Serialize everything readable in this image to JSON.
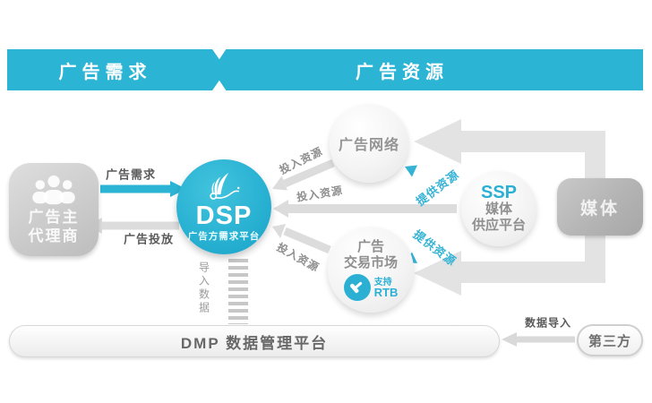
{
  "banner": {
    "left_label": "广告需求",
    "right_label": "广告资源"
  },
  "advertiser": {
    "line1": "广告主",
    "line2": "代理商"
  },
  "dsp": {
    "title": "DSP",
    "subtitle": "广告方需求平台"
  },
  "ad_network": {
    "label": "广告网络"
  },
  "ssp": {
    "title": "SSP",
    "line1": "媒体",
    "line2": "供应平台"
  },
  "ad_exchange": {
    "line1": "广告",
    "line2": "交易市场",
    "support_label": "支持",
    "rtb_label": "RTB"
  },
  "media": {
    "label": "媒体"
  },
  "dmp": {
    "label": "DMP 数据管理平台"
  },
  "third_party": {
    "label": "第三方"
  },
  "flows": {
    "ad_demand": "广告需求",
    "ad_delivery": "广告投放",
    "invest_resource_top": "投入资源",
    "invest_resource_middle": "投入资源",
    "invest_resource_bottom": "投入资源",
    "provide_resource_top": "提供资源",
    "provide_resource_bottom": "提供资源",
    "import_data_vertical": "导入数据",
    "data_import": "数据导入"
  },
  "colors": {
    "accent_teal": "#2cb4d5",
    "big_arrow_gray": "#e3e3e3",
    "small_arrow_gray": "#dcdcdc",
    "label_gray": "#8e8e8e"
  }
}
